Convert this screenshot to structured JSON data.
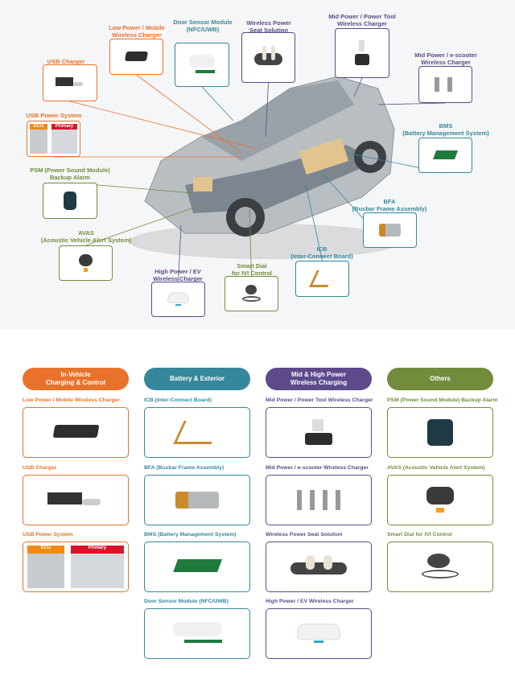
{
  "colors": {
    "charging": "#e8722c",
    "battery": "#36879b",
    "wireless": "#5d4a8a",
    "others": "#728c3c"
  },
  "diagram": {
    "callouts": [
      {
        "label": "Low Power / Mobile\nWireless Charger",
        "group": "charging",
        "icon": "wireless-pad"
      },
      {
        "label": "Door Sensor Module\n(NFC/UWB)",
        "group": "battery",
        "icon": "door-sensor"
      },
      {
        "label": "Wireless Power\nSeat Solution",
        "group": "wireless",
        "icon": "seat"
      },
      {
        "label": "Mid Power / Power Tool\nWireless Charger",
        "group": "wireless",
        "icon": "power-tool"
      },
      {
        "label": "Mid Power / e-scooter\nWireless Charger",
        "group": "wireless",
        "icon": "scooter"
      },
      {
        "label": "USB Charger",
        "group": "charging",
        "icon": "usb"
      },
      {
        "label": "USB Power System",
        "group": "charging",
        "icon": "usb-system"
      },
      {
        "label": "BMS\n(Battery Management System)",
        "group": "battery",
        "icon": "pcb"
      },
      {
        "label": "PSM (Power Sound Module)\nBackup Alarm",
        "group": "others",
        "icon": "alarm"
      },
      {
        "label": "AVAS\n(Acoustic Vehicle Alert System)",
        "group": "others",
        "icon": "speaker"
      },
      {
        "label": "BFA\n(Busbar Frame Assembly)",
        "group": "battery",
        "icon": "busbar"
      },
      {
        "label": "High Power / EV\nWireless Charger",
        "group": "wireless",
        "icon": "ev"
      },
      {
        "label": "Smart Dial\nfor IVI Control",
        "group": "others",
        "icon": "dial"
      },
      {
        "label": "ICB\n(Inter-Connect Board)",
        "group": "battery",
        "icon": "flex"
      }
    ]
  },
  "usb_system": {
    "ecu": "ECU",
    "primary": "Primary"
  },
  "categories": [
    {
      "title": "In-Vehicle\nCharging & Control",
      "group": "charging",
      "items": [
        {
          "label": "Low Power / Mobile Wireless Charger",
          "icon": "wireless-pad"
        },
        {
          "label": "USB Charger",
          "icon": "usb"
        },
        {
          "label": "USB Power System",
          "icon": "usb-system"
        }
      ]
    },
    {
      "title": "Battery & Exterior",
      "group": "battery",
      "items": [
        {
          "label": "ICB (Inter-Connect Board)",
          "icon": "flex"
        },
        {
          "label": "BFA (Busbar Frame Assembly)",
          "icon": "busbar"
        },
        {
          "label": "BMS (Battery Management System)",
          "icon": "pcb"
        },
        {
          "label": "Door Sensor Module (NFC/UWB)",
          "icon": "door-sensor"
        }
      ]
    },
    {
      "title": "Mid & High Power\nWireless Charging",
      "group": "wireless",
      "items": [
        {
          "label": "Mid Power / Power Tool Wireless Charger",
          "icon": "power-tool"
        },
        {
          "label": "Mid Power / e-scooter Wireless Charger",
          "icon": "scooter"
        },
        {
          "label": "Wireless Power Seat Solution",
          "icon": "seat"
        },
        {
          "label": "High Power / EV Wireless Charger",
          "icon": "ev"
        }
      ]
    },
    {
      "title": "Others",
      "group": "others",
      "items": [
        {
          "label": "PSM (Power Sound Module) Backup Alarm",
          "icon": "alarm"
        },
        {
          "label": "AVAS (Acoustic Vehicle Alert System)",
          "icon": "speaker"
        },
        {
          "label": "Smart Dial for IVI Control",
          "icon": "dial"
        }
      ]
    }
  ]
}
